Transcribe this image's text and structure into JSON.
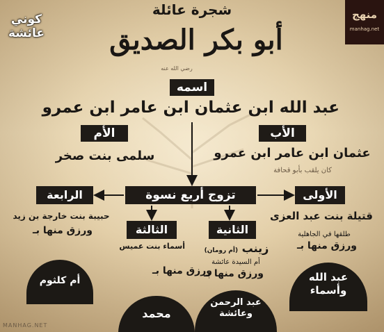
{
  "header": {
    "title": "شجرة عائلة",
    "name": "أبو بكر الصديق",
    "honorific": "رضي الله عنه",
    "left_logo": "كوني عائشة",
    "right_logo": "منهج",
    "right_logo_url": "manhag.net"
  },
  "name_section": {
    "label": "اسمه",
    "full_name": "عبد الله ابن عثمان ابن عامر ابن عمرو"
  },
  "father": {
    "label": "الأب",
    "name": "عثمان ابن عامر ابن عمرو",
    "note": "كان يلقب بأبو قحافة"
  },
  "mother": {
    "label": "الأم",
    "name": "سلمى بنت صخر"
  },
  "marriages": {
    "label": "تزوج أربع نسوة"
  },
  "wives": [
    {
      "order": "الأولى",
      "name": "قتيلة بنت عبد العزى",
      "note": "طلقها في الجاهلية",
      "children_label": "ورزق منها بـ",
      "children": "عبد الله وأسماء"
    },
    {
      "order": "الثانية",
      "name": "زينب",
      "name_note": "(أم رومان)",
      "note": "أم السيدة عائشة",
      "children_label": "ورزق منها بـ",
      "children": "عبد الرحمن وعائشة"
    },
    {
      "order": "الثالثة",
      "name": "أسماء بنت عميس",
      "children_label": "ورزق منها بـ",
      "children": "محمد"
    },
    {
      "order": "الرابعة",
      "name": "حبيبة بنت خارجة بن زيد",
      "children_label": "ورزق منها بـ",
      "children": "أم كلثوم"
    }
  ],
  "footer": {
    "watermark": "MANHAG.NET"
  },
  "colors": {
    "dark": "#1f1b17",
    "parchment": "#e4d2ae",
    "text": "#1a1714"
  }
}
